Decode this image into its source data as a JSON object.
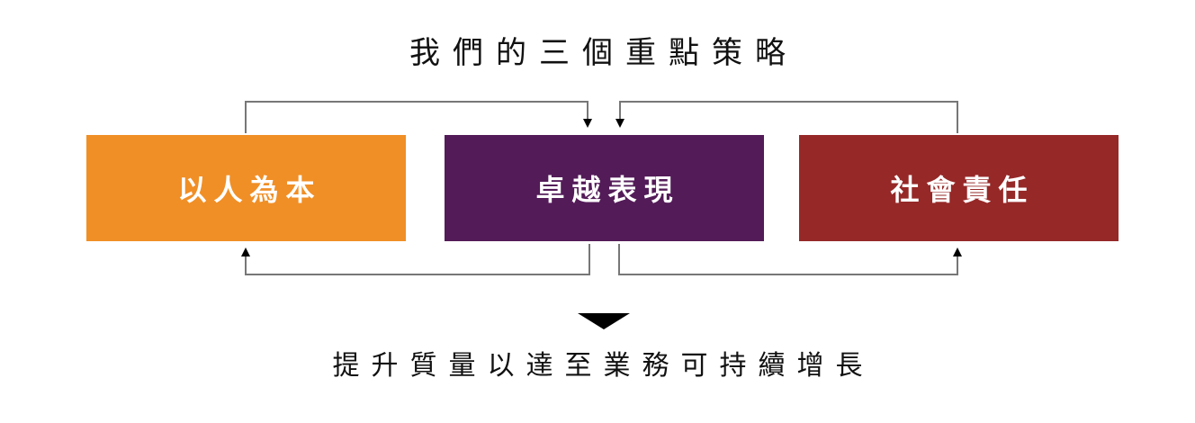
{
  "title": "我們的三個重點策略",
  "pillars": [
    {
      "label": "以人為本",
      "color": "#F08F26"
    },
    {
      "label": "卓越表現",
      "color": "#531B58"
    },
    {
      "label": "社會責任",
      "color": "#962828"
    }
  ],
  "connectors": {
    "line_color": "#777777",
    "arrow_color": "#000000"
  },
  "result_arrow_color": "#000000",
  "footer": "提升質量以達至業務可持續增長"
}
